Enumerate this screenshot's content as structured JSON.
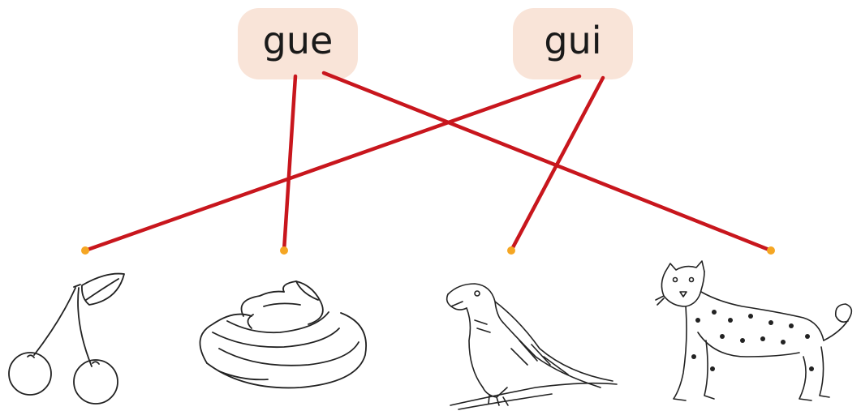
{
  "syllables": [
    {
      "id": "gue",
      "label": "gue"
    },
    {
      "id": "gui",
      "label": "gui"
    }
  ],
  "pictures": [
    {
      "id": "cherries",
      "name": "cherries-picture"
    },
    {
      "id": "meringue",
      "name": "meringue-picture"
    },
    {
      "id": "eagle",
      "name": "eagle-picture"
    },
    {
      "id": "cheetah",
      "name": "cheetah-picture"
    }
  ],
  "connections": [
    {
      "from": "gue",
      "to": "meringue"
    },
    {
      "from": "gue",
      "to": "cheetah"
    },
    {
      "from": "gui",
      "to": "cherries"
    },
    {
      "from": "gui",
      "to": "eagle"
    }
  ],
  "colors": {
    "box_fill": "#f9e4d8",
    "line": "#c8161d",
    "dot": "#f5a623",
    "ink": "#222222"
  }
}
